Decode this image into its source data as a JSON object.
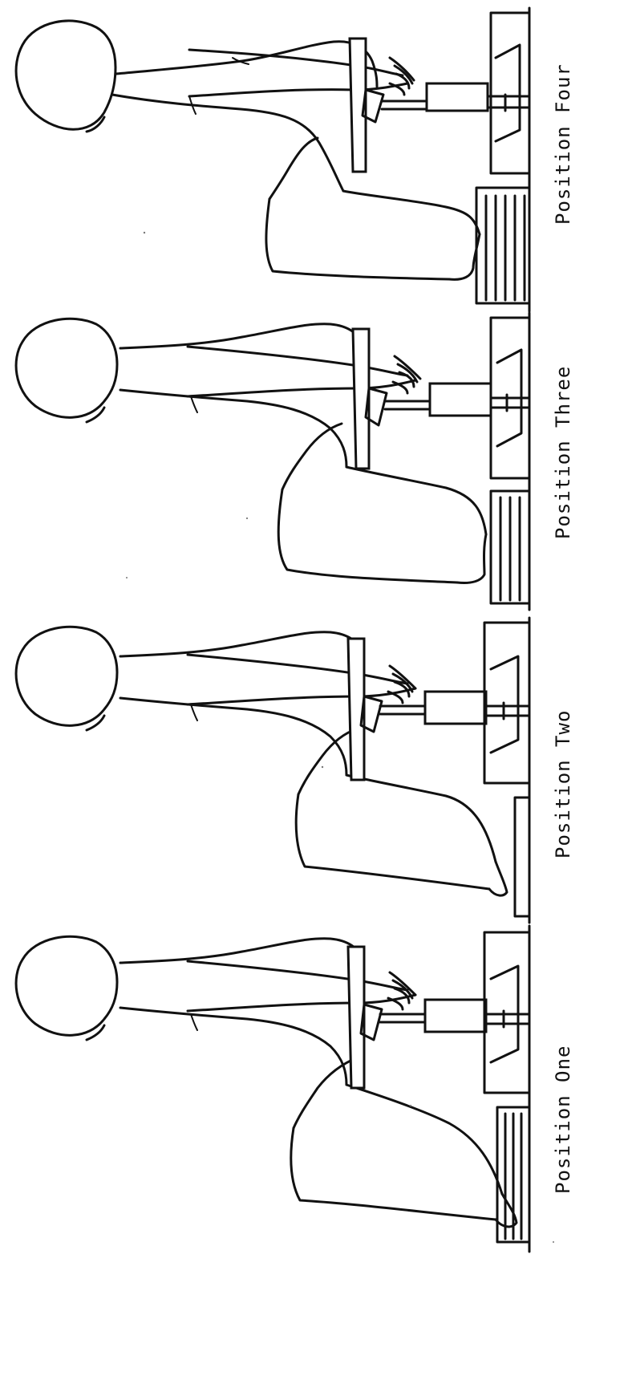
{
  "figure": {
    "labels": [
      "Position One",
      "Position Two",
      "Position Three",
      "Position Four"
    ]
  }
}
